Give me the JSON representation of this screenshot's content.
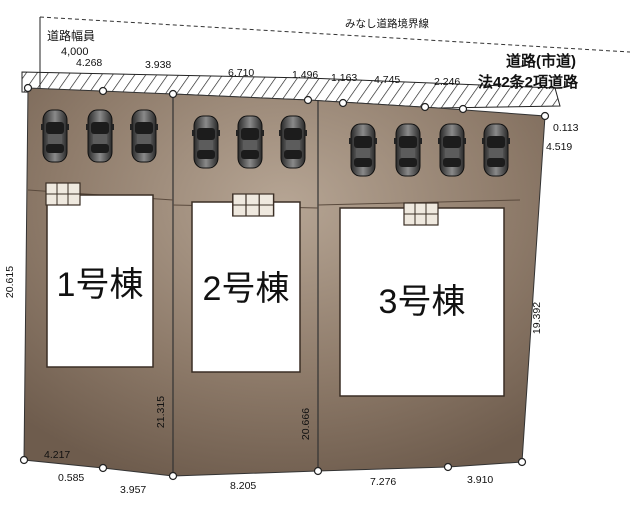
{
  "title": {
    "road_type": "道路(市道)",
    "road_class": "法42条2項道路"
  },
  "boundary_label": "みなし道路境界線",
  "road_width_label": "道路幅員",
  "road_width_value": "4,000",
  "buildings": [
    {
      "label": "1号棟"
    },
    {
      "label": "2号棟"
    },
    {
      "label": "3号棟"
    }
  ],
  "dimensions": {
    "top": [
      "4.268",
      "3.938",
      "6.710",
      "1.496",
      "1.163",
      "4.745",
      "2.246"
    ],
    "right_small": "0.113",
    "right_upper": "4.519",
    "right_side": "19.392",
    "left_side": "20.615",
    "bottom_left_diag": "4.217",
    "bottom_left_short": "0.585",
    "bottom": [
      "3.957",
      "8.205",
      "7.276",
      "3.910"
    ],
    "divider_1": "21.315",
    "divider_2": "20.666"
  },
  "colors": {
    "lot_fill": "#7d6a5a",
    "lot_fill_light": "#a08c7a",
    "road_hatch": "#222222",
    "building_fill": "#ffffff"
  },
  "cars_per_lot": [
    3,
    3,
    4
  ]
}
